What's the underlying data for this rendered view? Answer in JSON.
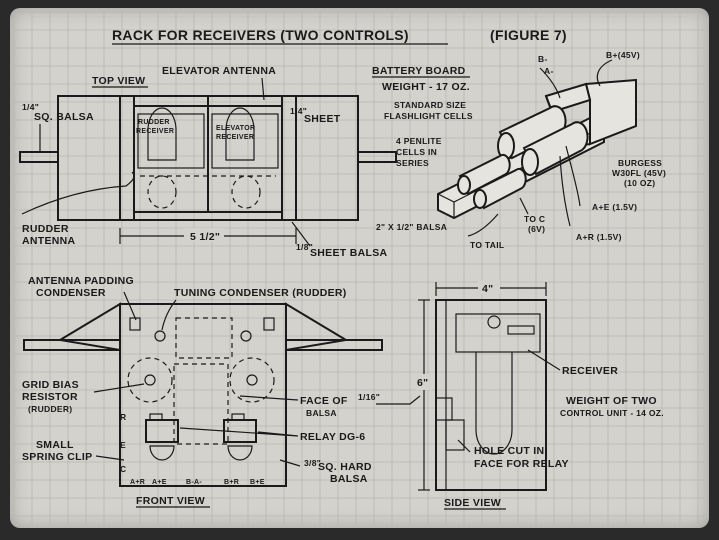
{
  "title": "RACK FOR RECEIVERS (TWO CONTROLS)",
  "figure": "(FIGURE 7)",
  "top_view": {
    "heading": "TOP VIEW",
    "elevator_antenna": "ELEVATOR ANTENNA",
    "sq_balsa_frac": "1/4\"",
    "sq_balsa": "SQ. BALSA",
    "sheet_frac": "1/4\"",
    "sheet": "SHEET",
    "rudder_receiver_1": "RUDDER",
    "rudder_receiver_2": "RECEIVER",
    "elevator_receiver_1": "ELEVATOR",
    "elevator_receiver_2": "RECEIVER",
    "rudder_antenna_1": "RUDDER",
    "rudder_antenna_2": "ANTENNA",
    "dimension": "5 1/2\"",
    "sheet_balsa_frac": "1/8\"",
    "sheet_balsa": "SHEET BALSA"
  },
  "battery_board": {
    "heading": "BATTERY BOARD",
    "weight": "WEIGHT - 17 OZ.",
    "b_minus": "B-",
    "a_minus": "A-",
    "b_plus": "B+(45V)",
    "standard_1": "STANDARD SIZE",
    "standard_2": "FLASHLIGHT CELLS",
    "penlite_1": "4 PENLITE",
    "penlite_2": "CELLS IN",
    "penlite_3": "SERIES",
    "burgess_1": "BURGESS",
    "burgess_2": "W30FL (45V)",
    "burgess_3": "(10 OZ)",
    "ae": "A+E (1.5V)",
    "ar": "A+R (1.5V)",
    "balsa": "2\" X 1/2\" BALSA",
    "to_c_1": "TO C",
    "to_c_2": "(6V)",
    "to_tail": "TO TAIL"
  },
  "front_view": {
    "heading": "FRONT VIEW",
    "antenna_padding_1": "ANTENNA PADDING",
    "antenna_padding_2": "CONDENSER",
    "tuning": "TUNING CONDENSER (RUDDER)",
    "grid_bias_1": "GRID BIAS",
    "grid_bias_2": "RESISTOR",
    "grid_bias_3": "(RUDDER)",
    "small_1": "SMALL",
    "small_2": "SPRING CLIP",
    "face_of": "FACE OF",
    "face_frac": "1/16\"",
    "face_balsa": "BALSA",
    "relay": "RELAY DG-6",
    "hard_frac": "3/8\"",
    "hard_1": "SQ. HARD",
    "hard_2": "BALSA",
    "side_letters": [
      "R",
      "E",
      "C"
    ],
    "terminals": [
      "A+R",
      "A+E",
      "B-A-",
      "B+R",
      "B+E"
    ]
  },
  "side_view": {
    "heading": "SIDE VIEW",
    "width": "4\"",
    "height": "6\"",
    "receiver": "RECEIVER",
    "hole_1": "HOLE CUT IN",
    "hole_2": "FACE FOR RELAY",
    "weight_1": "WEIGHT OF TWO",
    "weight_2": "CONTROL UNIT - 14 OZ."
  }
}
